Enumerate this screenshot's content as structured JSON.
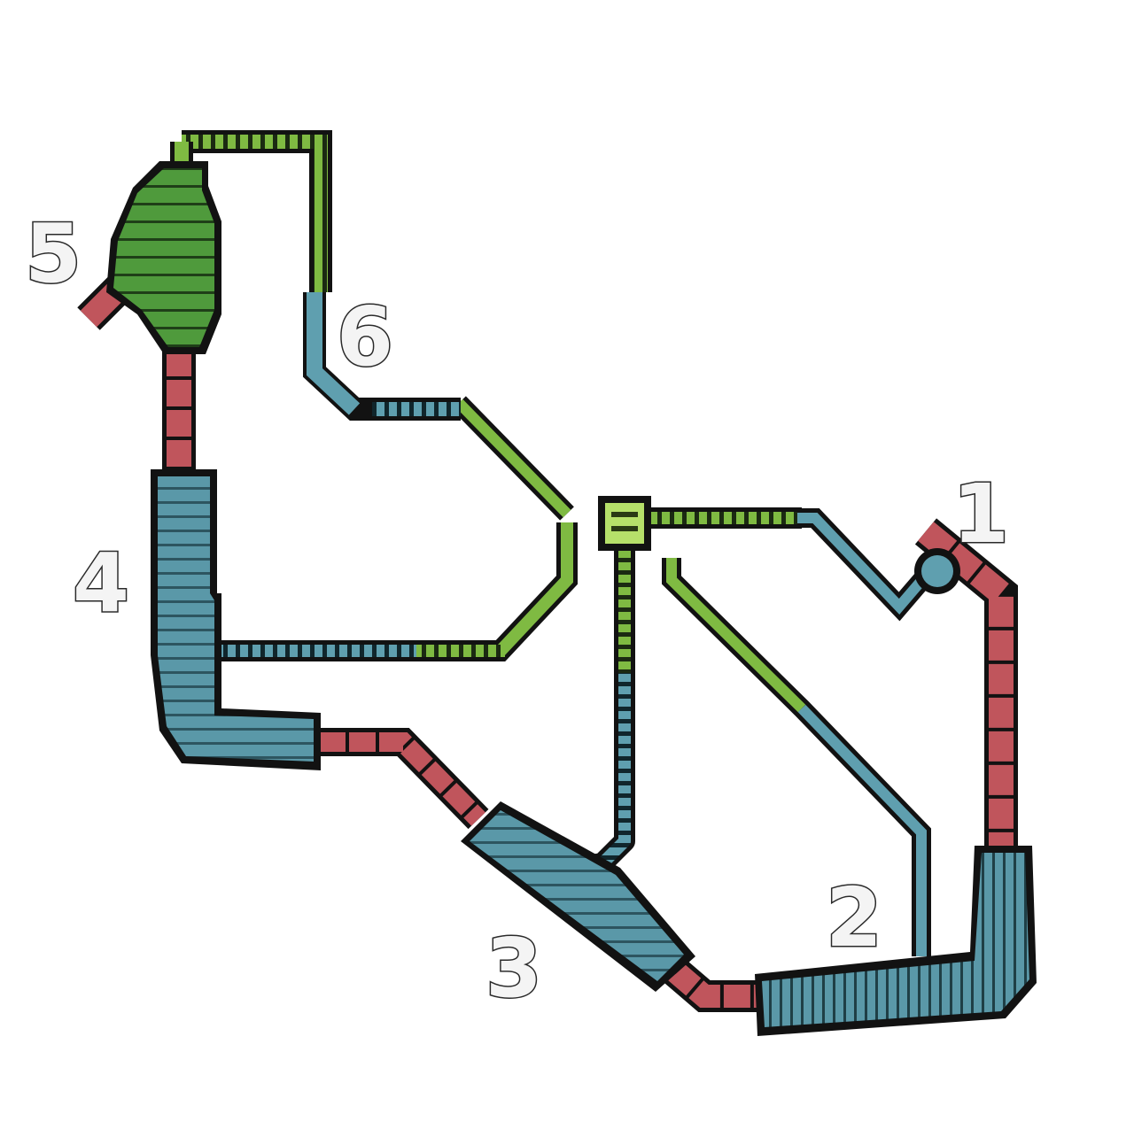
{
  "map": {
    "colors": {
      "background": "#ffffff",
      "outline": "#121212",
      "red_corridor": "#c0555c",
      "blue_corridor": "#5f9faf",
      "green_corridor": "#7fba42",
      "green_zone": "#4f9a3c",
      "blue_zone": "#5a98a8",
      "hub": "#b6e06a",
      "label": "#f4f4f4"
    },
    "zones": [
      {
        "id": "1",
        "label": "1",
        "type": "entry-point"
      },
      {
        "id": "2",
        "label": "2",
        "type": "blue-room"
      },
      {
        "id": "3",
        "label": "3",
        "type": "blue-room"
      },
      {
        "id": "4",
        "label": "4",
        "type": "blue-room"
      },
      {
        "id": "5",
        "label": "5",
        "type": "green-room"
      },
      {
        "id": "6",
        "label": "6",
        "type": "corridor-point"
      }
    ],
    "hub": {
      "icon": "junction-hub-icon"
    }
  }
}
